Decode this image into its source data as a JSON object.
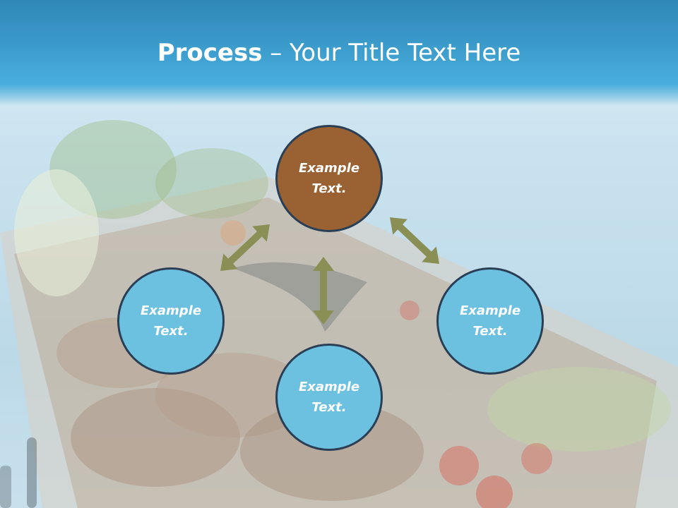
{
  "slide": {
    "title_bold": "Process",
    "title_rest": " – Your Title Text Here"
  },
  "diagram": {
    "nodes": [
      {
        "id": "top",
        "label": "Example Text.",
        "color": "#9a6232"
      },
      {
        "id": "left",
        "label": "Example Text.",
        "color": "#6cc0e0"
      },
      {
        "id": "bottom",
        "label": "Example Text.",
        "color": "#6cc0e0"
      },
      {
        "id": "right",
        "label": "Example Text.",
        "color": "#6cc0e0"
      }
    ],
    "arrow_color": "#8a8f56",
    "outline_color": "#2a3f55"
  },
  "theme": {
    "header_color": "#3c9ccc",
    "background_color": "#c9e2ef"
  }
}
